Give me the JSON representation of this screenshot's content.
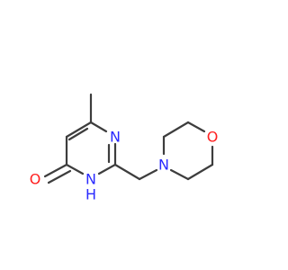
{
  "molecule": {
    "colors": {
      "bond": "#3d3d3d",
      "nitrogen": "#2a2aff",
      "oxygen": "#ff2020"
    },
    "atoms": {
      "n_pyrimidine_top": "N",
      "n_morpholine": "N",
      "o_morpholine": "O",
      "nh_ring": "NH",
      "nh_h": "H",
      "o_carbonyl": "O"
    }
  }
}
